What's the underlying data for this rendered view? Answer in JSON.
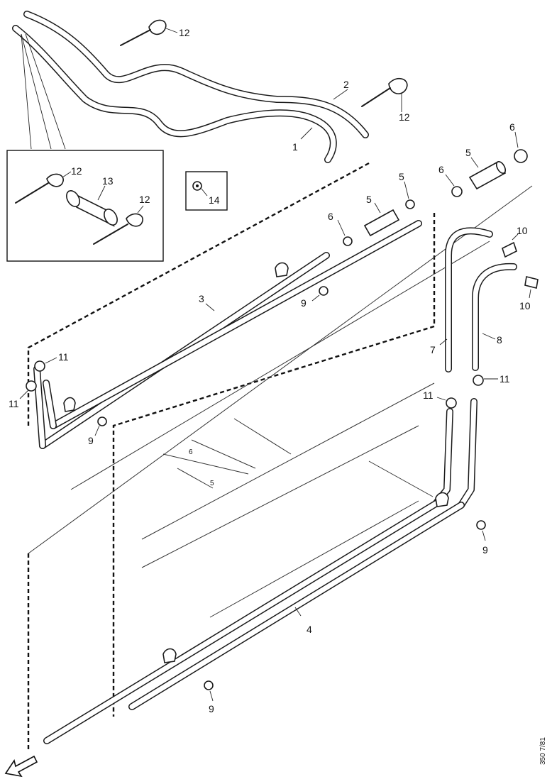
{
  "callouts": {
    "c1": "1",
    "c2": "2",
    "c3": "3",
    "c4": "4",
    "c5": "5",
    "c6": "6",
    "c7": "7",
    "c8": "8",
    "c9": "9",
    "c10": "10",
    "c11": "11",
    "c12": "12",
    "c13": "13",
    "c14": "14"
  },
  "reference_code": "350 7/81",
  "arrow_icon": "direction-arrow-icon"
}
